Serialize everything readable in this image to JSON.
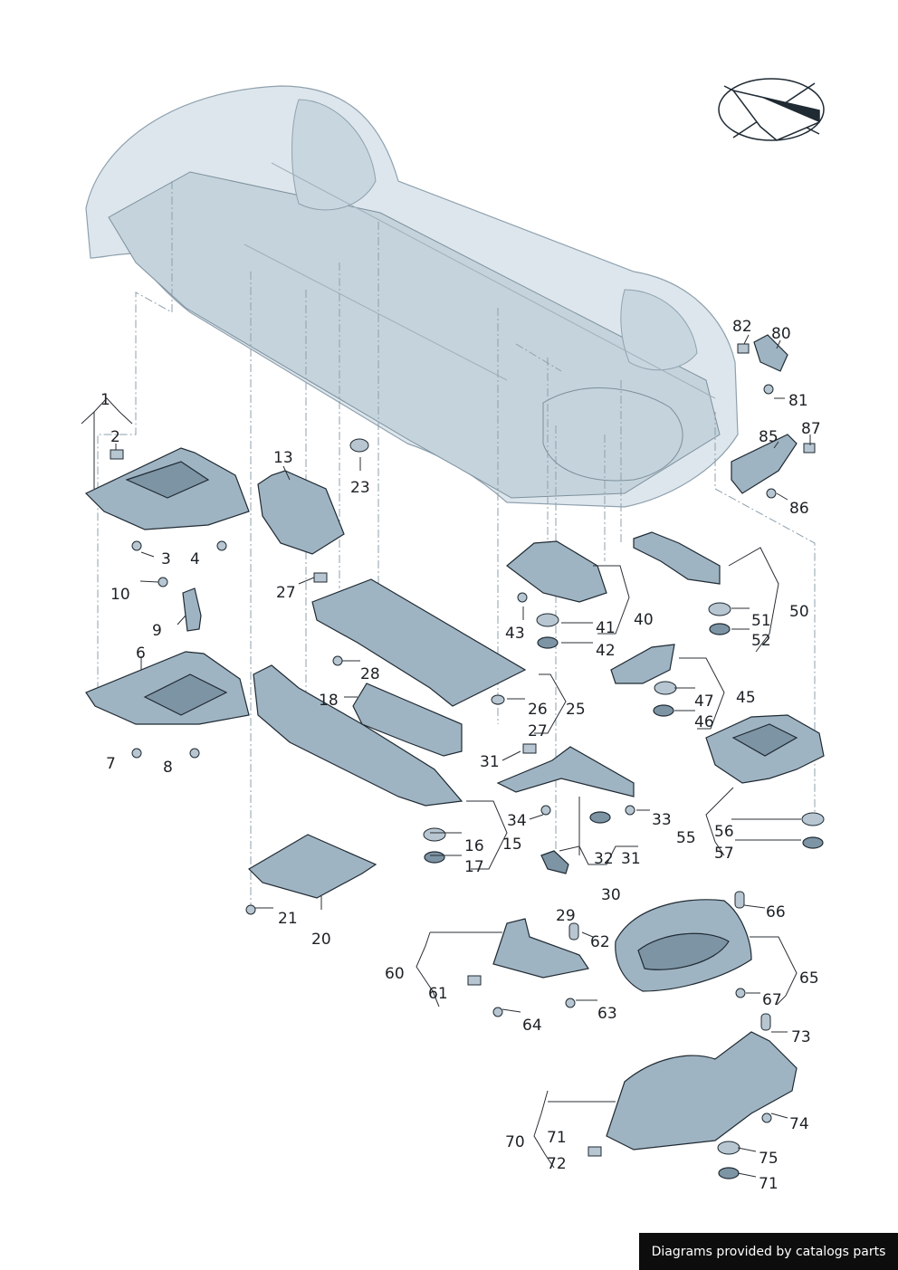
{
  "labels": [
    {
      "id": "1",
      "text": "1"
    },
    {
      "id": "2",
      "text": "2"
    },
    {
      "id": "3",
      "text": "3"
    },
    {
      "id": "4",
      "text": "4"
    },
    {
      "id": "6",
      "text": "6"
    },
    {
      "id": "7",
      "text": "7"
    },
    {
      "id": "8",
      "text": "8"
    },
    {
      "id": "9",
      "text": "9"
    },
    {
      "id": "10",
      "text": "10"
    },
    {
      "id": "13",
      "text": "13"
    },
    {
      "id": "15",
      "text": "15"
    },
    {
      "id": "16",
      "text": "16"
    },
    {
      "id": "17",
      "text": "17"
    },
    {
      "id": "18",
      "text": "18"
    },
    {
      "id": "20",
      "text": "20"
    },
    {
      "id": "21",
      "text": "21"
    },
    {
      "id": "23",
      "text": "23"
    },
    {
      "id": "25",
      "text": "25"
    },
    {
      "id": "26",
      "text": "26"
    },
    {
      "id": "27a",
      "text": "27"
    },
    {
      "id": "27b",
      "text": "27"
    },
    {
      "id": "28",
      "text": "28"
    },
    {
      "id": "29",
      "text": "29"
    },
    {
      "id": "30",
      "text": "30"
    },
    {
      "id": "31a",
      "text": "31"
    },
    {
      "id": "31b",
      "text": "31"
    },
    {
      "id": "32",
      "text": "32"
    },
    {
      "id": "33",
      "text": "33"
    },
    {
      "id": "34",
      "text": "34"
    },
    {
      "id": "40",
      "text": "40"
    },
    {
      "id": "41",
      "text": "41"
    },
    {
      "id": "42",
      "text": "42"
    },
    {
      "id": "43",
      "text": "43"
    },
    {
      "id": "45",
      "text": "45"
    },
    {
      "id": "46",
      "text": "46"
    },
    {
      "id": "47",
      "text": "47"
    },
    {
      "id": "50",
      "text": "50"
    },
    {
      "id": "51",
      "text": "51"
    },
    {
      "id": "52",
      "text": "52"
    },
    {
      "id": "55",
      "text": "55"
    },
    {
      "id": "56",
      "text": "56"
    },
    {
      "id": "57",
      "text": "57"
    },
    {
      "id": "60",
      "text": "60"
    },
    {
      "id": "61",
      "text": "61"
    },
    {
      "id": "62",
      "text": "62"
    },
    {
      "id": "63",
      "text": "63"
    },
    {
      "id": "64",
      "text": "64"
    },
    {
      "id": "65",
      "text": "65"
    },
    {
      "id": "66",
      "text": "66"
    },
    {
      "id": "67",
      "text": "67"
    },
    {
      "id": "70",
      "text": "70"
    },
    {
      "id": "71a",
      "text": "71"
    },
    {
      "id": "71b",
      "text": "71"
    },
    {
      "id": "72",
      "text": "72"
    },
    {
      "id": "73",
      "text": "73"
    },
    {
      "id": "74",
      "text": "74"
    },
    {
      "id": "75",
      "text": "75"
    },
    {
      "id": "80",
      "text": "80"
    },
    {
      "id": "81",
      "text": "81"
    },
    {
      "id": "82",
      "text": "82"
    },
    {
      "id": "85",
      "text": "85"
    },
    {
      "id": "86",
      "text": "86"
    },
    {
      "id": "87",
      "text": "87"
    }
  ],
  "credit": "Diagrams provided by catalogs parts",
  "colors": {
    "part": "#9fb4c2",
    "body": "#dde6ec",
    "ink": "#1c2126",
    "credit_bg": "#0d0d0d"
  }
}
